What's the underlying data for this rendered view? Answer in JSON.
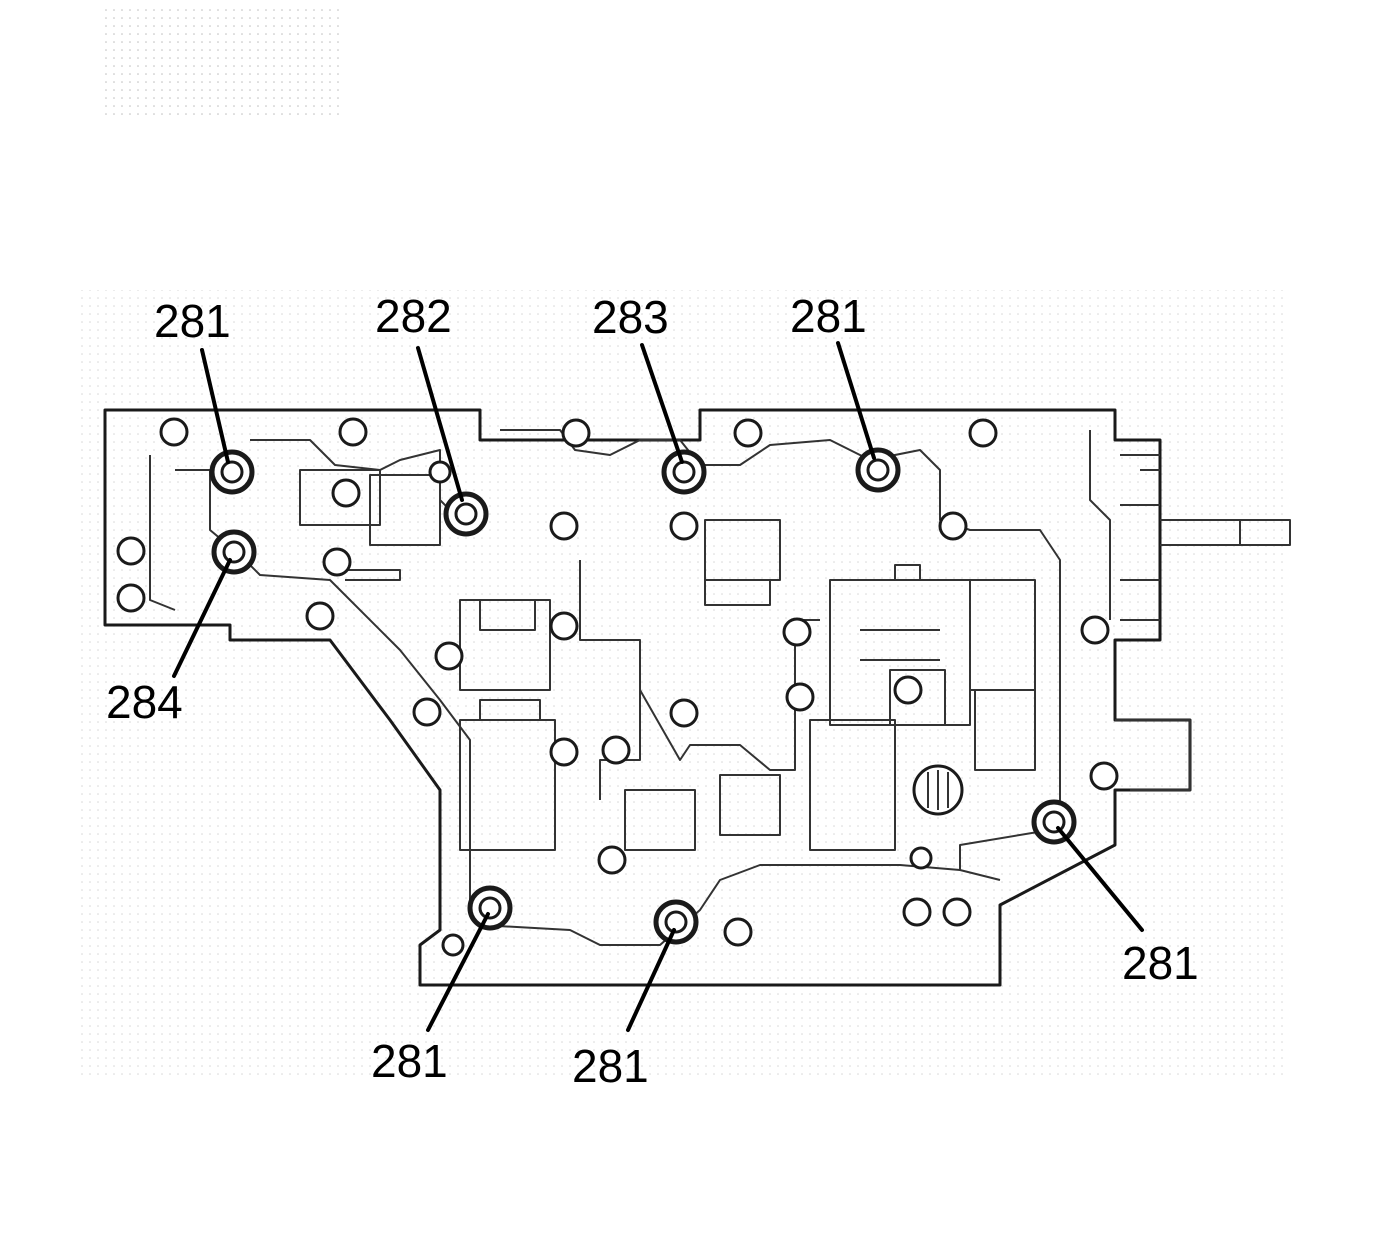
{
  "callouts": [
    {
      "id": "c1",
      "label": "281"
    },
    {
      "id": "c2",
      "label": "282"
    },
    {
      "id": "c3",
      "label": "283"
    },
    {
      "id": "c4",
      "label": "281"
    },
    {
      "id": "c5",
      "label": "284"
    },
    {
      "id": "c6",
      "label": "281"
    },
    {
      "id": "c7",
      "label": "281"
    },
    {
      "id": "c8",
      "label": "281"
    }
  ],
  "colors": {
    "ink": "#1a1a1a",
    "background": "#ffffff"
  }
}
